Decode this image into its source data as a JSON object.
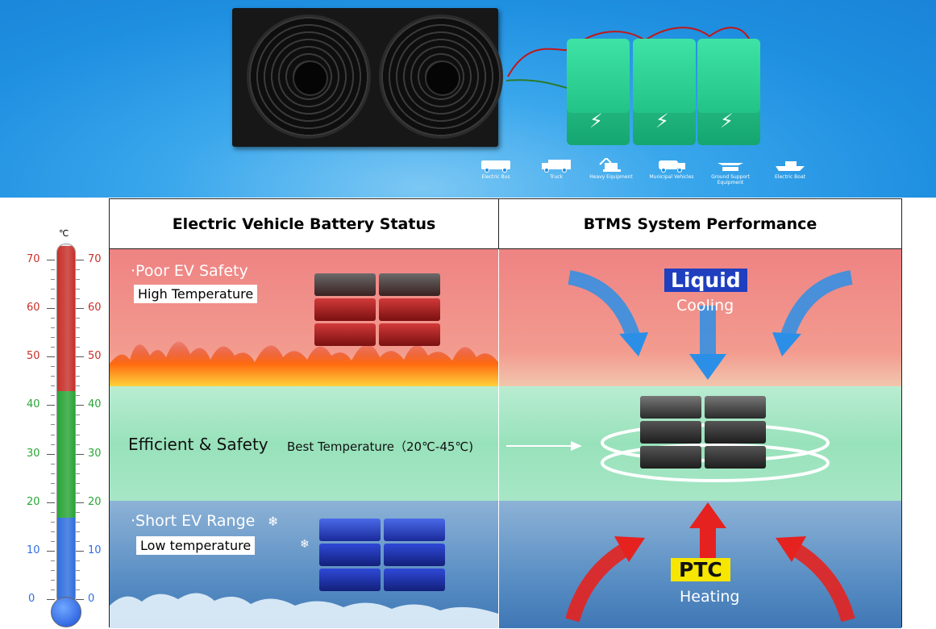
{
  "banner": {
    "vehicles": [
      "Electric Bus",
      "Truck",
      "Heavy Equipment",
      "Municipal Vehicles",
      "Ground Support Equipment",
      "Electric Boat"
    ]
  },
  "thermometer": {
    "unit": "℃",
    "ticks": [
      70,
      60,
      50,
      40,
      30,
      20,
      10,
      0
    ],
    "zones": [
      {
        "name": "high",
        "from": 43,
        "to": 73,
        "color": "#c8302a"
      },
      {
        "name": "mid",
        "from": 17,
        "to": 43,
        "color": "#28a536"
      },
      {
        "name": "low",
        "from": -3,
        "to": 17,
        "color": "#2f6fe0"
      }
    ]
  },
  "table": {
    "header_left": "Electric Vehicle Battery Status",
    "header_right": "BTMS System Performance",
    "row_high": {
      "title": "·Poor EV Safety",
      "tag": "High Temperature"
    },
    "row_best": {
      "title": "Efficient & Safety",
      "subtitle": "Best Temperature（20℃-45℃)"
    },
    "row_low": {
      "title": "·Short EV Range",
      "tag": "Low temperature"
    },
    "cooling": {
      "badge": "Liquid",
      "label": "Cooling"
    },
    "heating": {
      "badge": "PTC",
      "label": "Heating"
    }
  },
  "colors": {
    "cool_arrow": "#2b8fe8",
    "heat_arrow": "#e5221f",
    "badge_blue": "#1f3fbf",
    "badge_yellow": "#f7e600"
  }
}
